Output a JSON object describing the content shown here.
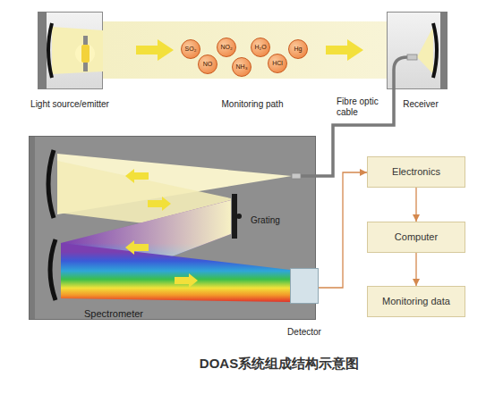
{
  "diagram": {
    "caption": "DOAS系统组成结构示意图",
    "nodes": [
      {
        "text": [
          "Light source/emitter"
        ]
      },
      {
        "text": [
          "Monitoring path"
        ]
      },
      {
        "text": [
          "SO₂"
        ],
        "in": 1
      },
      {
        "text": [
          "NO₂"
        ],
        "in": 1
      },
      {
        "text": [
          "H₂O"
        ],
        "in": 1
      },
      {
        "text": [
          "Hg"
        ],
        "in": 1
      },
      {
        "text": [
          "NO"
        ],
        "in": 1
      },
      {
        "text": [
          "NH₃"
        ],
        "in": 1
      },
      {
        "text": [
          "HCl"
        ],
        "in": 1
      },
      {
        "text": [
          "Receiver"
        ]
      },
      {
        "text": [
          "Spectrometer"
        ]
      },
      {
        "text": [
          "Detector"
        ],
        "in": 10
      },
      {
        "text": [
          "Electronics"
        ]
      },
      {
        "text": [
          "Computer"
        ]
      },
      {
        "text": [
          "Monitoring data"
        ]
      }
    ],
    "edges": [
      {
        "from": 9,
        "to": 10,
        "label": "Fibre optic cable",
        "arrow": "none"
      },
      {
        "from": 11,
        "to": 12,
        "arrow": "to"
      },
      {
        "from": 12,
        "to": 13,
        "arrow": "to"
      },
      {
        "from": 13,
        "to": 14,
        "arrow": "to"
      }
    ],
    "labels": [
      "Grating"
    ]
  }
}
